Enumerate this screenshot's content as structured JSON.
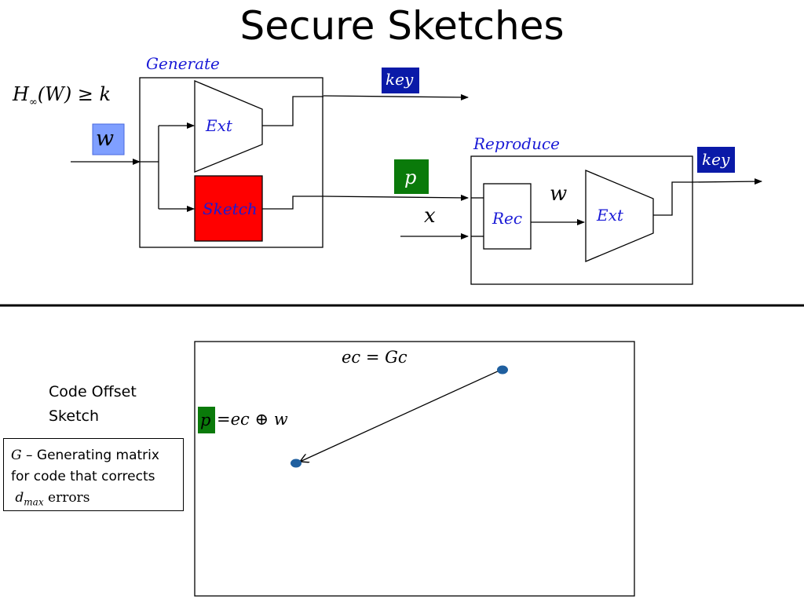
{
  "title": "Secure Sketches",
  "generate": {
    "label": "Generate",
    "ext_label": "Ext",
    "sketch_label": "Sketch",
    "sketch_color": "#ff0000"
  },
  "reproduce": {
    "label": "Reproduce",
    "rec_label": "Rec",
    "ext_label": "Ext",
    "w_label": "w"
  },
  "entropy_condition": {
    "H": "H",
    "sub": "∞",
    "rest": "(W) ≥ k"
  },
  "inputs": {
    "w_label": "w",
    "x_label": "x",
    "w_box_color": "#7f9fff"
  },
  "outputs": {
    "key_top": "key",
    "key_right": "key",
    "key_color": "#0a1aa8",
    "p_label": "p",
    "p_color": "#0a7a0a"
  },
  "code_offset": {
    "heading_line1": "Code Offset",
    "heading_line2": "Sketch",
    "equation_top": "ec = Gc",
    "p_label": "p",
    "equation_p": "=ec ⊕ w",
    "point_color": "#1f5f9f"
  },
  "note": {
    "G": "G",
    "dash_text": " – Generating matrix",
    "line2": "for code that corrects",
    "d": "d",
    "d_sub": "max",
    "errors": " errors"
  }
}
